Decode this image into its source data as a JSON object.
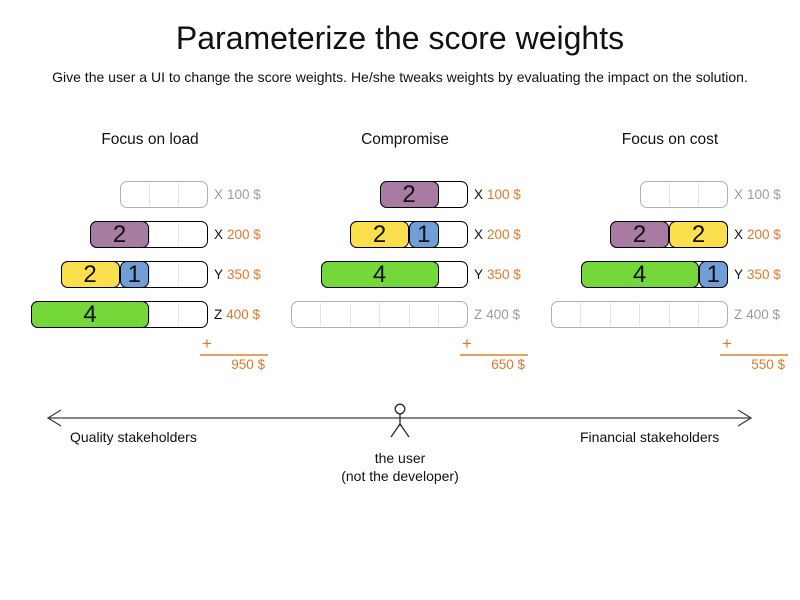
{
  "page": {
    "title": "Parameterize the score weights",
    "subtitle": "Give the user a UI to change the score weights. He/she tweaks weights by evaluating the impact on the solution."
  },
  "palette": {
    "purple": "#a87ca2",
    "yellow": "#fbdf4d",
    "blue": "#6f9fd6",
    "green": "#74d73a",
    "orange_accent": "#e0782c",
    "inactive_gray": "#9b9b9b"
  },
  "scenarios": [
    {
      "title": "Focus on load",
      "rows": [
        {
          "label": "X",
          "price": "100 $",
          "capacity": 3,
          "segments": []
        },
        {
          "label": "X",
          "price": "200 $",
          "capacity": 4,
          "segments": [
            {
              "value": "2",
              "color": "purple",
              "units": 2
            }
          ]
        },
        {
          "label": "Y",
          "price": "350 $",
          "capacity": 5,
          "segments": [
            {
              "value": "2",
              "color": "yellow",
              "units": 2
            },
            {
              "value": "1",
              "color": "blue",
              "units": 1
            }
          ]
        },
        {
          "label": "Z",
          "price": "400 $",
          "capacity": 6,
          "segments": [
            {
              "value": "4",
              "color": "green",
              "units": 4
            }
          ]
        }
      ],
      "plus": "+",
      "total": "950 $"
    },
    {
      "title": "Compromise",
      "rows": [
        {
          "label": "X",
          "price": "100 $",
          "capacity": 3,
          "segments": [
            {
              "value": "2",
              "color": "purple",
              "units": 2
            }
          ]
        },
        {
          "label": "X",
          "price": "200 $",
          "capacity": 4,
          "segments": [
            {
              "value": "2",
              "color": "yellow",
              "units": 2
            },
            {
              "value": "1",
              "color": "blue",
              "units": 1
            }
          ]
        },
        {
          "label": "Y",
          "price": "350 $",
          "capacity": 5,
          "segments": [
            {
              "value": "4",
              "color": "green",
              "units": 4
            }
          ]
        },
        {
          "label": "Z",
          "price": "400 $",
          "capacity": 6,
          "segments": []
        }
      ],
      "plus": "+",
      "total": "650 $"
    },
    {
      "title": "Focus on cost",
      "rows": [
        {
          "label": "X",
          "price": "100 $",
          "capacity": 3,
          "segments": []
        },
        {
          "label": "X",
          "price": "200 $",
          "capacity": 4,
          "segments": [
            {
              "value": "2",
              "color": "purple",
              "units": 2
            },
            {
              "value": "2",
              "color": "yellow",
              "units": 2
            }
          ]
        },
        {
          "label": "Y",
          "price": "350 $",
          "capacity": 5,
          "segments": [
            {
              "value": "4",
              "color": "green",
              "units": 4
            },
            {
              "value": "1",
              "color": "blue",
              "units": 1
            }
          ]
        },
        {
          "label": "Z",
          "price": "400 $",
          "capacity": 6,
          "segments": []
        }
      ],
      "plus": "+",
      "total": "550 $"
    }
  ],
  "axis": {
    "left_label": "Quality stakeholders",
    "right_label": "Financial stakeholders",
    "user_label_line1": "the user",
    "user_label_line2": "(not the developer)"
  }
}
